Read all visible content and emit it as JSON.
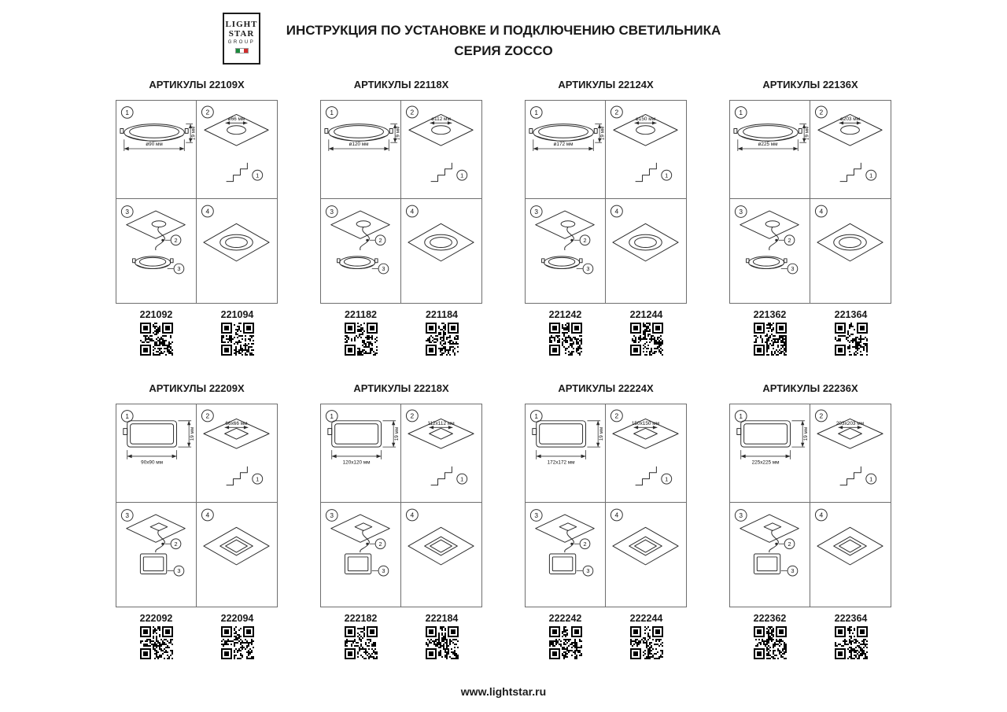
{
  "header": {
    "logo": {
      "line1": "LIGHT",
      "line2": "STAR",
      "line3": "GROUP",
      "flag_colors": [
        "#1b8a3c",
        "#ffffff",
        "#d02b2b"
      ]
    },
    "title": "ИНСТРУКЦИЯ ПО УСТАНОВКЕ И ПОДКЛЮЧЕНИЮ СВЕТИЛЬНИКА",
    "subtitle": "СЕРИЯ ZOCCO"
  },
  "labels": {
    "step1": "1",
    "step2": "2",
    "step3": "3",
    "step4": "4",
    "callout1": "1",
    "callout2": "2",
    "callout3": "3"
  },
  "rows": [
    {
      "shape": "round",
      "panels": [
        {
          "title": "АРТИКУЛЫ 22109X",
          "dim_width": "ø90 мм",
          "dim_height": "19 мм",
          "dim_cutout": "ø66 мм",
          "article_left": "221092",
          "article_right": "221094"
        },
        {
          "title": "АРТИКУЛЫ 22118X",
          "dim_width": "ø120 мм",
          "dim_height": "19 мм",
          "dim_cutout": "ø112 мм",
          "article_left": "221182",
          "article_right": "221184"
        },
        {
          "title": "АРТИКУЛЫ 22124X",
          "dim_width": "ø172 мм",
          "dim_height": "19 мм",
          "dim_cutout": "ø150 мм",
          "article_left": "221242",
          "article_right": "221244"
        },
        {
          "title": "АРТИКУЛЫ 22136X",
          "dim_width": "ø225 мм",
          "dim_height": "19 мм",
          "dim_cutout": "ø203 мм",
          "article_left": "221362",
          "article_right": "221364"
        }
      ]
    },
    {
      "shape": "square",
      "panels": [
        {
          "title": "АРТИКУЛЫ 22209X",
          "dim_width": "90x90 мм",
          "dim_height": "19 мм",
          "dim_cutout": "66x66 мм",
          "article_left": "222092",
          "article_right": "222094"
        },
        {
          "title": "АРТИКУЛЫ 22218X",
          "dim_width": "120x120 мм",
          "dim_height": "19 мм",
          "dim_cutout": "112x112 мм",
          "article_left": "222182",
          "article_right": "222184"
        },
        {
          "title": "АРТИКУЛЫ 22224X",
          "dim_width": "172x172 мм",
          "dim_height": "19 мм",
          "dim_cutout": "150x150 мм",
          "article_left": "222242",
          "article_right": "222244"
        },
        {
          "title": "АРТИКУЛЫ 22236X",
          "dim_width": "225x225 мм",
          "dim_height": "19 мм",
          "dim_cutout": "203x203 мм",
          "article_left": "222362",
          "article_right": "222364"
        }
      ]
    }
  ],
  "footer": {
    "website": "www.lightstar.ru"
  }
}
